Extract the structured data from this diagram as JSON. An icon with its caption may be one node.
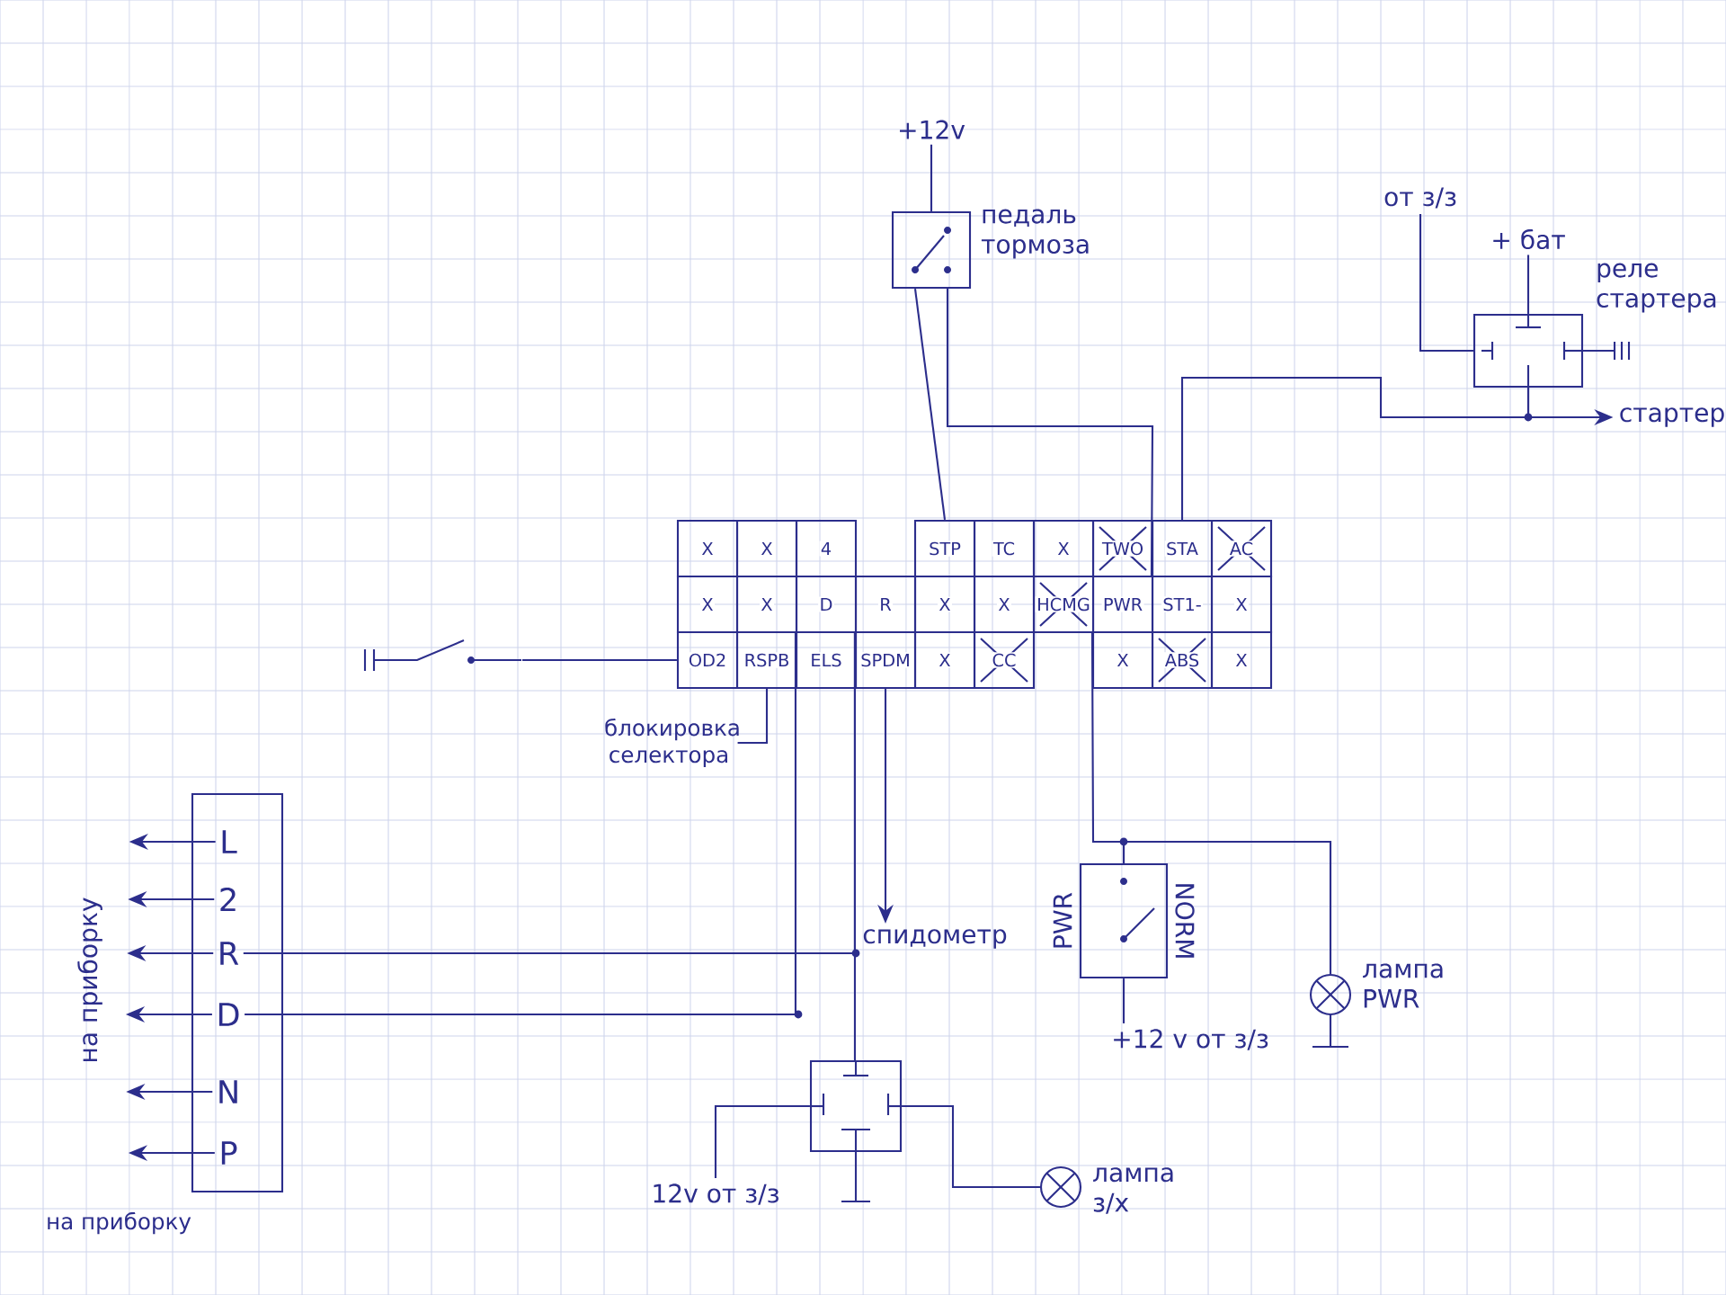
{
  "diagram": {
    "nodes": [
      {
        "text": [
          "+12v"
        ]
      },
      {
        "text": [],
        "shape": "box",
        "beside": [
          "педаль тормоза"
        ]
      },
      {
        "text": [
          "от з/з"
        ]
      },
      {
        "text": [
          "+ бат"
        ]
      },
      {
        "text": [],
        "shape": "box",
        "beside": [
          "реле стартера"
        ]
      },
      {
        "text": [
          "стартер"
        ]
      },
      {
        "text": [
          "X"
        ]
      },
      {
        "text": [
          "X"
        ]
      },
      {
        "text": [
          "4"
        ]
      },
      {
        "text": [
          "STP"
        ]
      },
      {
        "text": [
          "TC"
        ]
      },
      {
        "text": [
          "X"
        ]
      },
      {
        "text": [
          "TWO"
        ]
      },
      {
        "text": [
          "STA"
        ]
      },
      {
        "text": [
          "AC"
        ]
      },
      {
        "text": [
          "X"
        ]
      },
      {
        "text": [
          "X"
        ]
      },
      {
        "text": [
          "D"
        ]
      },
      {
        "text": [
          "R"
        ]
      },
      {
        "text": [
          "X"
        ]
      },
      {
        "text": [
          "X"
        ]
      },
      {
        "text": [
          "HCMG"
        ]
      },
      {
        "text": [
          "PWR"
        ]
      },
      {
        "text": [
          "ST1-"
        ]
      },
      {
        "text": [
          "X"
        ]
      },
      {
        "text": [
          "OD2"
        ]
      },
      {
        "text": [
          "RSPB"
        ]
      },
      {
        "text": [
          "ELS"
        ]
      },
      {
        "text": [
          "SPDM"
        ]
      },
      {
        "text": [
          "X"
        ]
      },
      {
        "text": [
          "CC"
        ]
      },
      {
        "text": [
          "X"
        ]
      },
      {
        "text": [
          "ABS"
        ]
      },
      {
        "text": [
          "X"
        ]
      },
      {
        "text": [],
        "shape": "switch"
      },
      {
        "text": [
          "блокировка селектора"
        ]
      },
      {
        "text": [],
        "shape": "box"
      },
      {
        "text": [
          "L"
        ],
        "in": 36
      },
      {
        "text": [
          "2"
        ],
        "in": 36
      },
      {
        "text": [
          "R"
        ],
        "in": 36
      },
      {
        "text": [
          "D"
        ],
        "in": 36
      },
      {
        "text": [
          "N"
        ],
        "in": 36
      },
      {
        "text": [
          "P"
        ],
        "in": 36
      },
      {
        "text": [
          "спидометр"
        ]
      },
      {
        "text": [
          "PWR",
          "NORM"
        ]
      },
      {
        "text": [],
        "shape": "lamp",
        "beside": [
          "лампа PWR"
        ]
      },
      {
        "text": [
          "+12 v от з/з"
        ]
      },
      {
        "text": [],
        "shape": "box"
      },
      {
        "text": [
          "12v от з/з"
        ]
      },
      {
        "text": [],
        "shape": "lamp",
        "beside": [
          "лампа з/х"
        ]
      }
    ],
    "edges": [
      {
        "from": 0,
        "to": 1,
        "arrow": "none"
      },
      {
        "from": 1,
        "to": 9,
        "arrow": "none"
      },
      {
        "from": 1,
        "to": 23,
        "arrow": "none"
      },
      {
        "from": 2,
        "to": 4,
        "arrow": "none"
      },
      {
        "from": 3,
        "to": 4,
        "arrow": "none"
      },
      {
        "from": 4,
        "to": 5,
        "arrow": "to"
      },
      {
        "from": 13,
        "to": 4,
        "arrow": "none"
      },
      {
        "from": 34,
        "to": 25,
        "arrow": "none"
      },
      {
        "from": 26,
        "to": 35,
        "arrow": "none"
      },
      {
        "from": 17,
        "to": 40,
        "arrow": "none"
      },
      {
        "from": 18,
        "to": 39,
        "arrow": "none"
      },
      {
        "from": 18,
        "to": 47,
        "arrow": "none"
      },
      {
        "from": 28,
        "to": 43,
        "arrow": "to"
      },
      {
        "from": 47,
        "to": 48,
        "arrow": "none"
      },
      {
        "from": 47,
        "to": 49,
        "arrow": "none"
      },
      {
        "from": 22,
        "to": 44,
        "arrow": "none"
      },
      {
        "from": 44,
        "to": 45,
        "arrow": "none"
      },
      {
        "from": 44,
        "to": 46,
        "arrow": "none"
      },
      {
        "from": 37,
        "to": null,
        "arrow": "to"
      },
      {
        "from": 38,
        "to": null,
        "arrow": "to"
      },
      {
        "from": 39,
        "to": null,
        "arrow": "to"
      },
      {
        "from": 40,
        "to": null,
        "arrow": "to"
      },
      {
        "from": 41,
        "to": null,
        "arrow": "to"
      },
      {
        "from": 42,
        "to": null,
        "arrow": "to"
      }
    ],
    "labels": [
      "на приборку",
      "на приборку"
    ]
  }
}
